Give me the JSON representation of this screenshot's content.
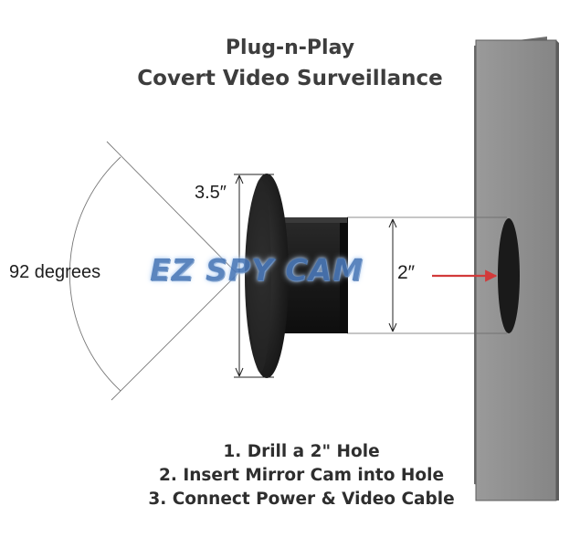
{
  "title": {
    "line1": "Plug-n-Play",
    "line2": "Covert Video Surveillance"
  },
  "dimensions": {
    "angle_label": "92 degrees",
    "mirror_diameter": "3.5″",
    "hole_diameter": "2″"
  },
  "watermark": "EZ SPY CAM",
  "steps": [
    "1. Drill a 2\" Hole",
    "2. Insert Mirror Cam into Hole",
    "3. Connect Power & Video Cable"
  ],
  "colors": {
    "wall": "#8d8d8d",
    "wall_edge": "#5c5c5c",
    "camera": "#1c1c1c",
    "arrow": "#d23a3a",
    "watermark": "#4a78b8"
  }
}
